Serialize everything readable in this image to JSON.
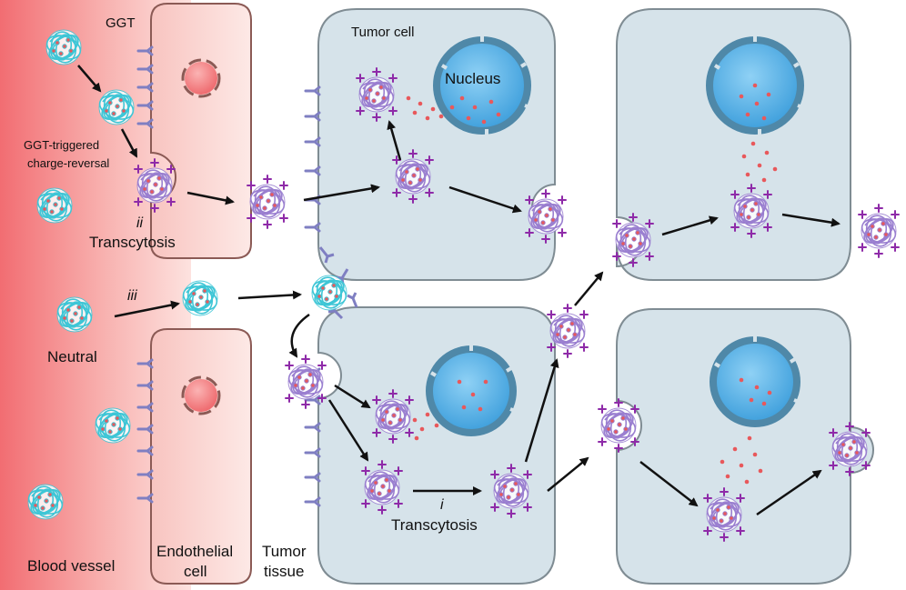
{
  "labels": {
    "ggt": "GGT",
    "tumor_cell": "Tumor cell",
    "nucleus": "Nucleus",
    "ggt_triggered_1": "GGT-triggered",
    "ggt_triggered_2": "charge-reversal",
    "route_ii": "ii",
    "transcytosis_top": "Transcytosis",
    "route_iii": "iii",
    "neutral": "Neutral",
    "route_i": "i",
    "transcytosis_bottom": "Transcytosis",
    "blood_vessel": "Blood vessel",
    "endothelial_1": "Endothelial",
    "endothelial_2": "cell",
    "tumor_tissue_1": "Tumor",
    "tumor_tissue_2": "tissue"
  },
  "colors": {
    "vessel_red": "#f26d72",
    "endothelial_fill": "#fbd9d6",
    "endothelial_stroke": "#8b5a55",
    "tumor_fill": "#d6e3ea",
    "tumor_stroke": "#7f8c93",
    "nucleus_blue": "#5bb3ea",
    "nucleus_rim": "#4f88a8",
    "neutral_strand": "#3ec6d6",
    "cationic_strand": "#9a7fd0",
    "charge_plus": "#8e2aa8",
    "drug_dot": "#e8585b",
    "receptor": "#7f7fc2"
  }
}
